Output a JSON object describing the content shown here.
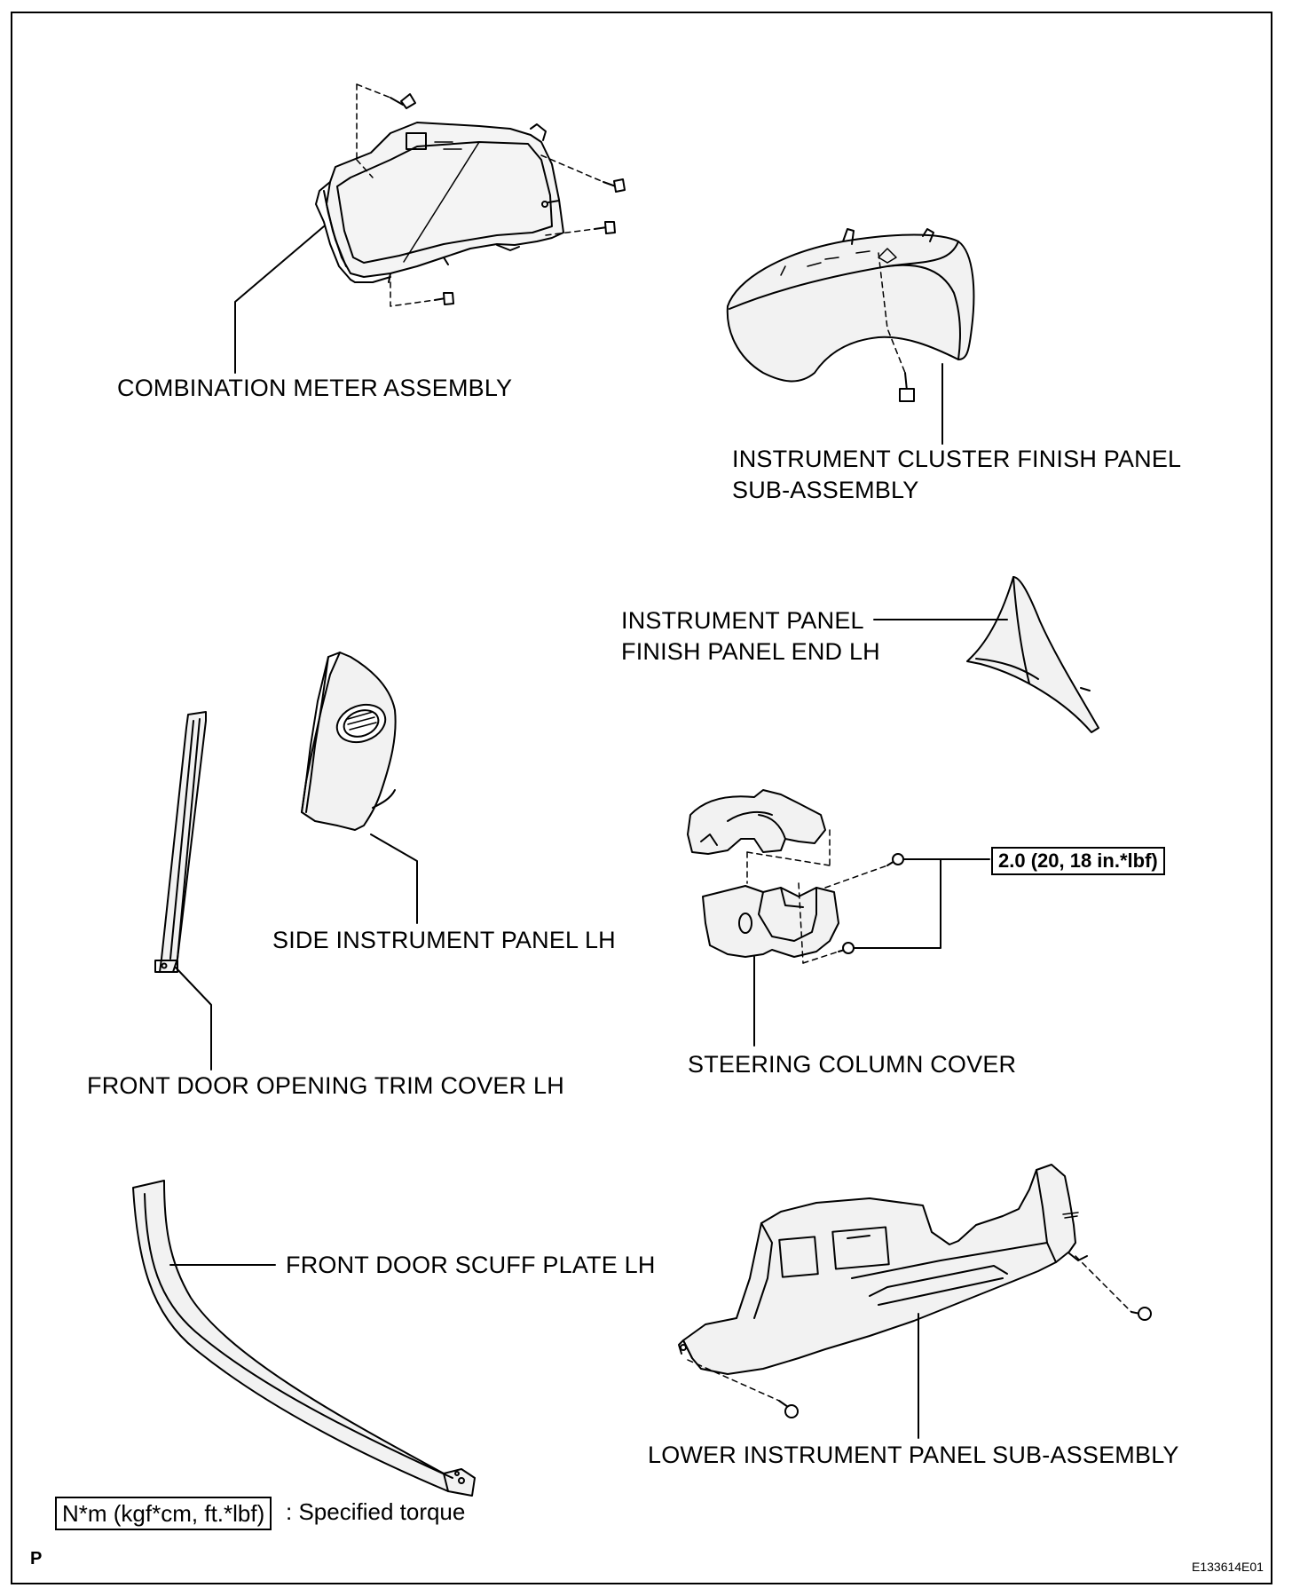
{
  "diagram": {
    "labels": {
      "combination_meter": "COMBINATION METER ASSEMBLY",
      "cluster_finish_line1": "INSTRUMENT CLUSTER FINISH PANEL",
      "cluster_finish_line2": "SUB-ASSEMBLY",
      "panel_end_line1": "INSTRUMENT PANEL",
      "panel_end_line2": "FINISH PANEL END LH",
      "side_panel": "SIDE INSTRUMENT PANEL LH",
      "door_trim": "FRONT DOOR OPENING TRIM COVER LH",
      "steering_cover": "STEERING COLUMN COVER",
      "scuff_plate": "FRONT DOOR SCUFF PLATE LH",
      "lower_panel": "LOWER INSTRUMENT PANEL SUB-ASSEMBLY"
    },
    "torque": "2.0 (20, 18 in.*lbf)",
    "legend": {
      "box": "N*m (kgf*cm, ft.*lbf)",
      "text": ": Specified torque"
    },
    "corner_letter": "P",
    "figure_code": "E133614E01"
  }
}
